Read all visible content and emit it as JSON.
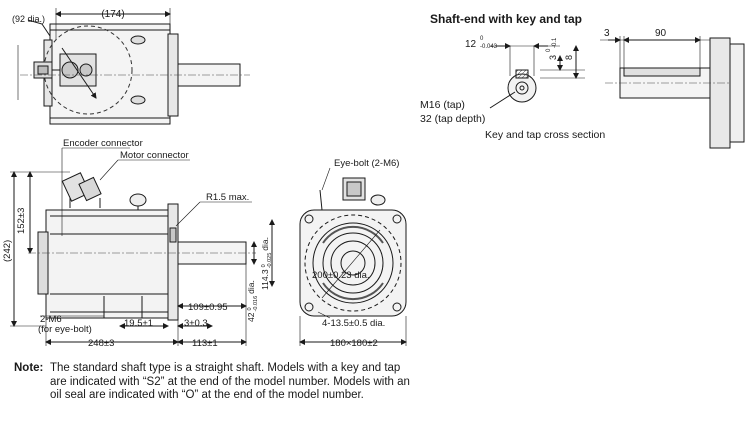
{
  "labels": {
    "top_dia": "(92 dia.)",
    "top_len": "(174)",
    "title": "Shaft-end with key and tap",
    "key_w": "12",
    "key_w_tol_hi": "0",
    "key_w_tol_lo": "-0.043",
    "key_h": "3",
    "key_h_tol_hi": "0",
    "key_h_tol_lo": "-0.1",
    "key_depth": "8",
    "dim_3": "3",
    "dim_90": "90",
    "tap": "M16 (tap)",
    "tap_depth": "32 (tap depth)",
    "cross_section": "Key and tap cross section",
    "encoder": "Encoder connector",
    "motor": "Motor connector",
    "eyebolt": "Eye-bolt (2-M6)",
    "r15": "R1.5 max.",
    "h152": "152±3",
    "h242": "(242)",
    "shaft_dia": "114.3",
    "shaft_dia_tol_hi": "0",
    "shaft_dia_tol_lo": "-0.025",
    "shaft_dia_suffix": "dia.",
    "shaft42": "42",
    "shaft42_tol_hi": "0",
    "shaft42_tol_lo": "-0.016",
    "shaft42_suffix": "dia.",
    "m6": "2-M6",
    "eyebolt_for": "(for eye-bolt)",
    "d109": "109±0.95",
    "d195": "19.5±1",
    "d3": "3±0.3",
    "d248": "248±3",
    "d113": "113±1",
    "pcd": "200±0.23 dia.",
    "holes": "4-13.5±0.5 dia.",
    "flange": "180×180±2"
  },
  "note": {
    "label": "Note:",
    "text": "The standard shaft type is a straight shaft. Models with a key and tap are indicated with “S2” at the end of the model number. Models with an oil seal are indicated with “O” at the end of the model number."
  }
}
